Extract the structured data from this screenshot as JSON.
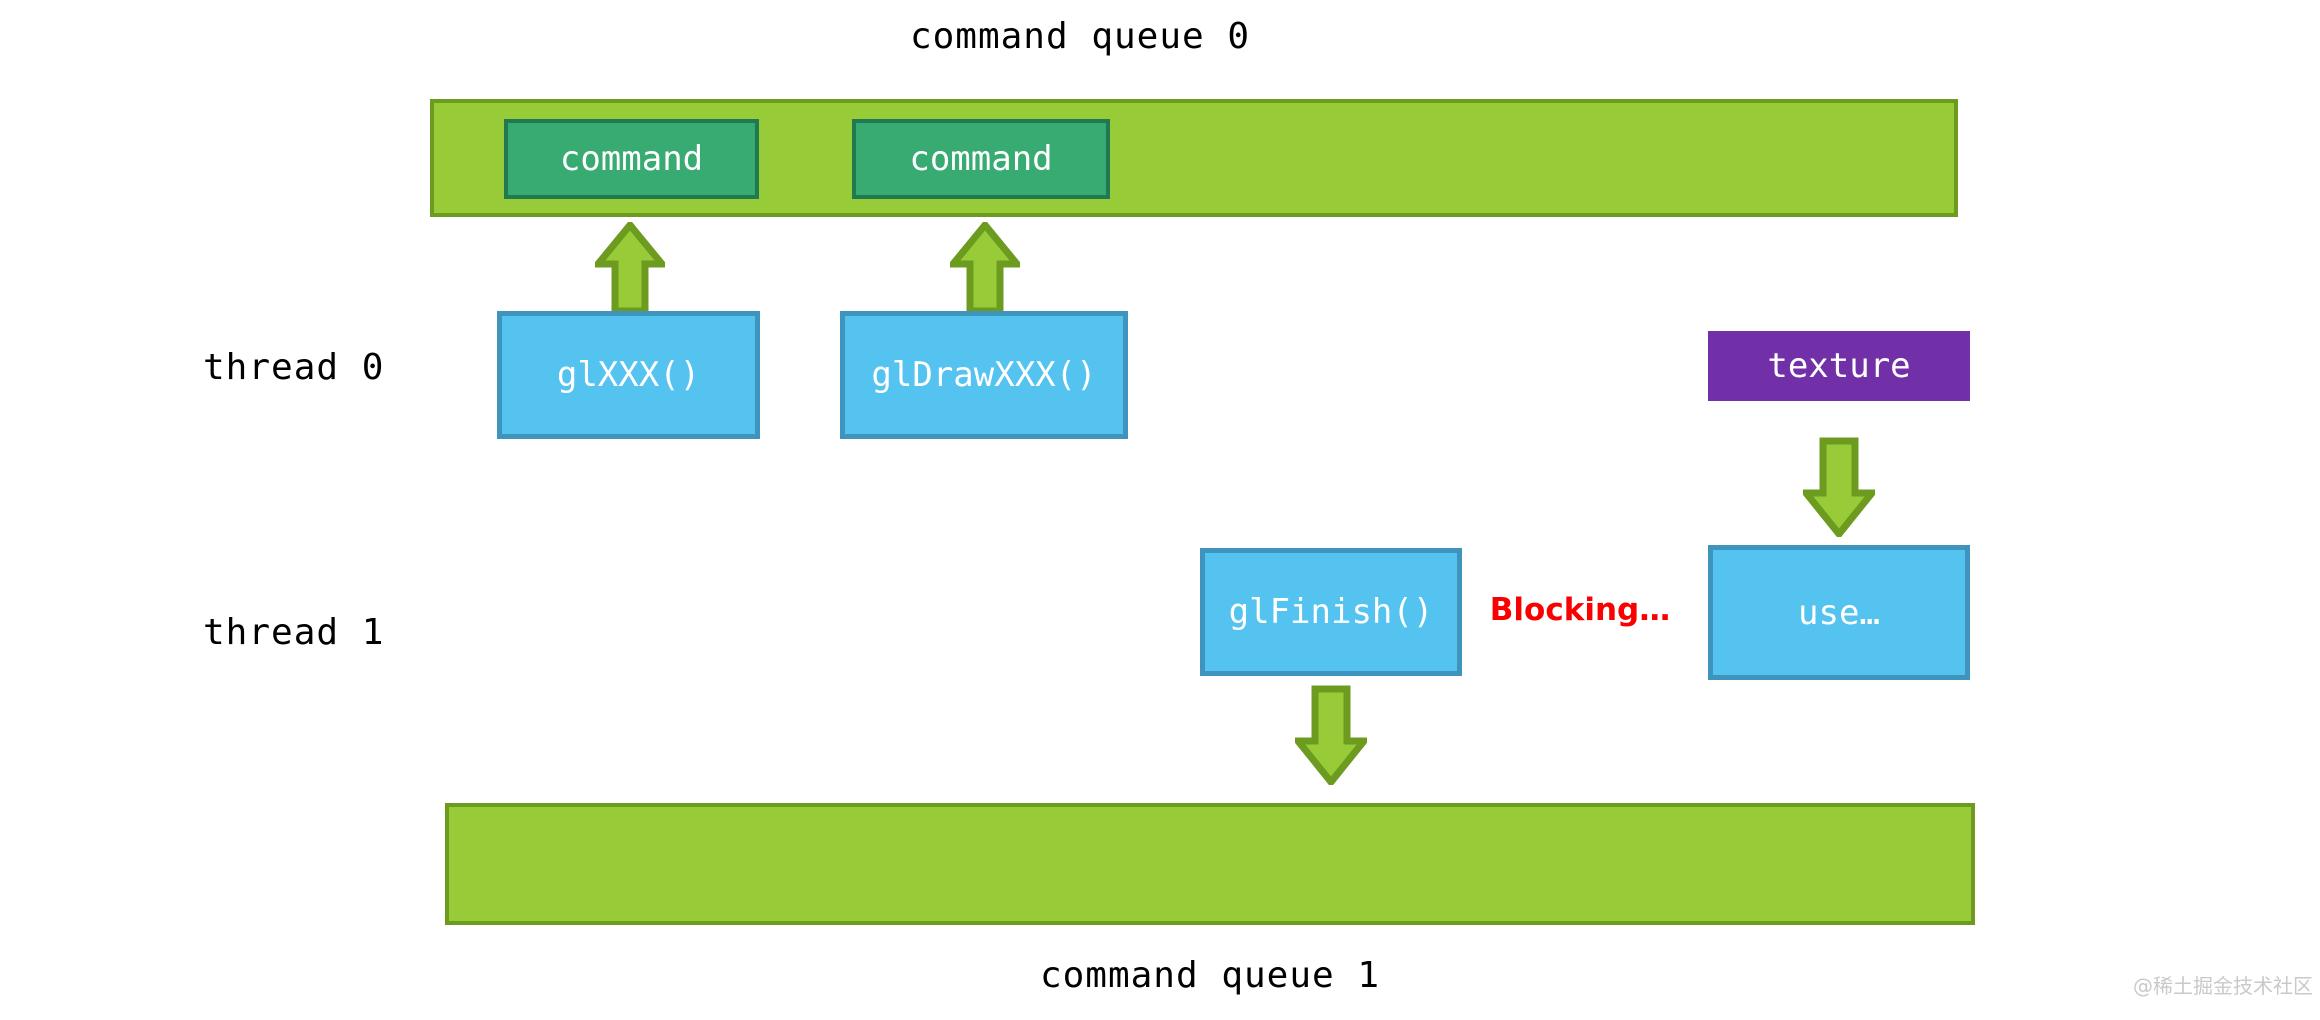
{
  "diagram": {
    "title_top": "command queue 0",
    "title_bottom": "command queue 1",
    "watermark": "@稀土掘金技术社区",
    "colors": {
      "queue_fill": "#97cb38",
      "queue_border": "#6d9b20",
      "command_fill": "#38ab72",
      "command_border": "#1f7a52",
      "api_fill": "#55c3f0",
      "api_border": "#3e94bd",
      "texture_fill": "#7130a8",
      "arrow_fill": "#97cb38",
      "arrow_border": "#6d9b20",
      "note_color": "#fa0000",
      "text_color": "#000000",
      "box_text_color": "#ffffff",
      "background": "#ffffff"
    },
    "lanes": [
      {
        "label": "thread 0"
      },
      {
        "label": "thread 1"
      }
    ],
    "queue_top": {
      "label": "command queue 0",
      "commands": [
        {
          "label": "command"
        },
        {
          "label": "command"
        }
      ]
    },
    "queue_bottom": {
      "label": "command queue 1",
      "commands": []
    },
    "thread0_boxes": [
      {
        "label": "glXXX()",
        "kind": "api"
      },
      {
        "label": "glDrawXXX()",
        "kind": "api"
      },
      {
        "label": "texture",
        "kind": "resource"
      }
    ],
    "thread1_boxes": [
      {
        "label": "glFinish()",
        "kind": "api"
      },
      {
        "label": "use…",
        "kind": "api"
      }
    ],
    "annotations": [
      {
        "label": "Blocking…",
        "color": "#fa0000"
      }
    ],
    "arrows": [
      {
        "name": "glxxx-to-queue0",
        "direction": "up"
      },
      {
        "name": "gldrawxxx-to-queue0",
        "direction": "up"
      },
      {
        "name": "texture-to-use",
        "direction": "down"
      },
      {
        "name": "glfinish-to-queue1",
        "direction": "down"
      }
    ]
  }
}
